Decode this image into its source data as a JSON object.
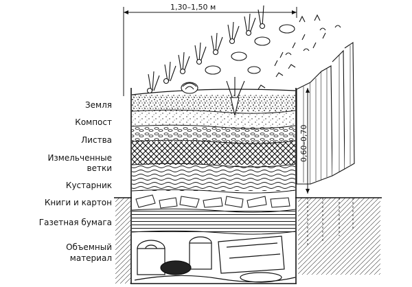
{
  "diagram": {
    "width_dimension": "1,30–1,50 м",
    "depth_dimension": "0,60–0,70",
    "layers": [
      {
        "id": "soil",
        "label": "Земля"
      },
      {
        "id": "compost",
        "label": "Компост"
      },
      {
        "id": "leaves",
        "label": "Листва"
      },
      {
        "id": "branches",
        "label": "Измельченные ветки",
        "lines": [
          "Измельченные",
          "ветки"
        ]
      },
      {
        "id": "shrubs",
        "label": "Кустарник"
      },
      {
        "id": "books",
        "label": "Книги и картон"
      },
      {
        "id": "newspaper",
        "label": "Газетная бумага"
      },
      {
        "id": "bulk",
        "label": "Объемный материал",
        "lines": [
          "Объемный",
          "материал"
        ]
      }
    ]
  }
}
